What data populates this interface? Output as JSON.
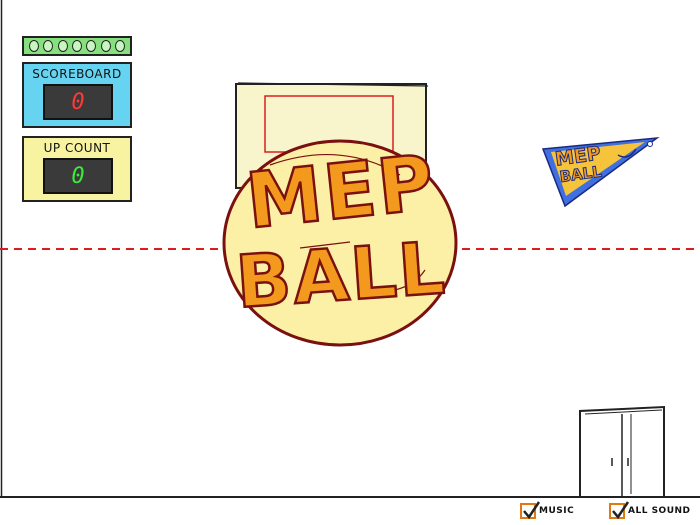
{
  "hud": {
    "lives_count": 7,
    "scoreboard_label": "SCOREBOARD",
    "scoreboard_value": "0",
    "upcount_label": "UP COUNT",
    "upcount_value": "0"
  },
  "title": {
    "line1": "MEP",
    "line2": "BALL"
  },
  "pennant": {
    "line1": "MEP",
    "line2": "BALL"
  },
  "toggles": [
    {
      "label": "MUSIC",
      "checked": true
    },
    {
      "label": "ALL SOUND",
      "checked": true
    }
  ],
  "colors": {
    "scoreboard_bg": "#66d4f0",
    "upcount_bg": "#f7f3a0",
    "lives_bg": "#86e07e",
    "ball_fill": "#fbf0a6",
    "ball_stroke": "#7a1010",
    "title_orange": "#f39a1e",
    "pennant_blue": "#3f6fe0",
    "checkbox_orange": "#e07a10",
    "center_line": "#d81e1e"
  }
}
